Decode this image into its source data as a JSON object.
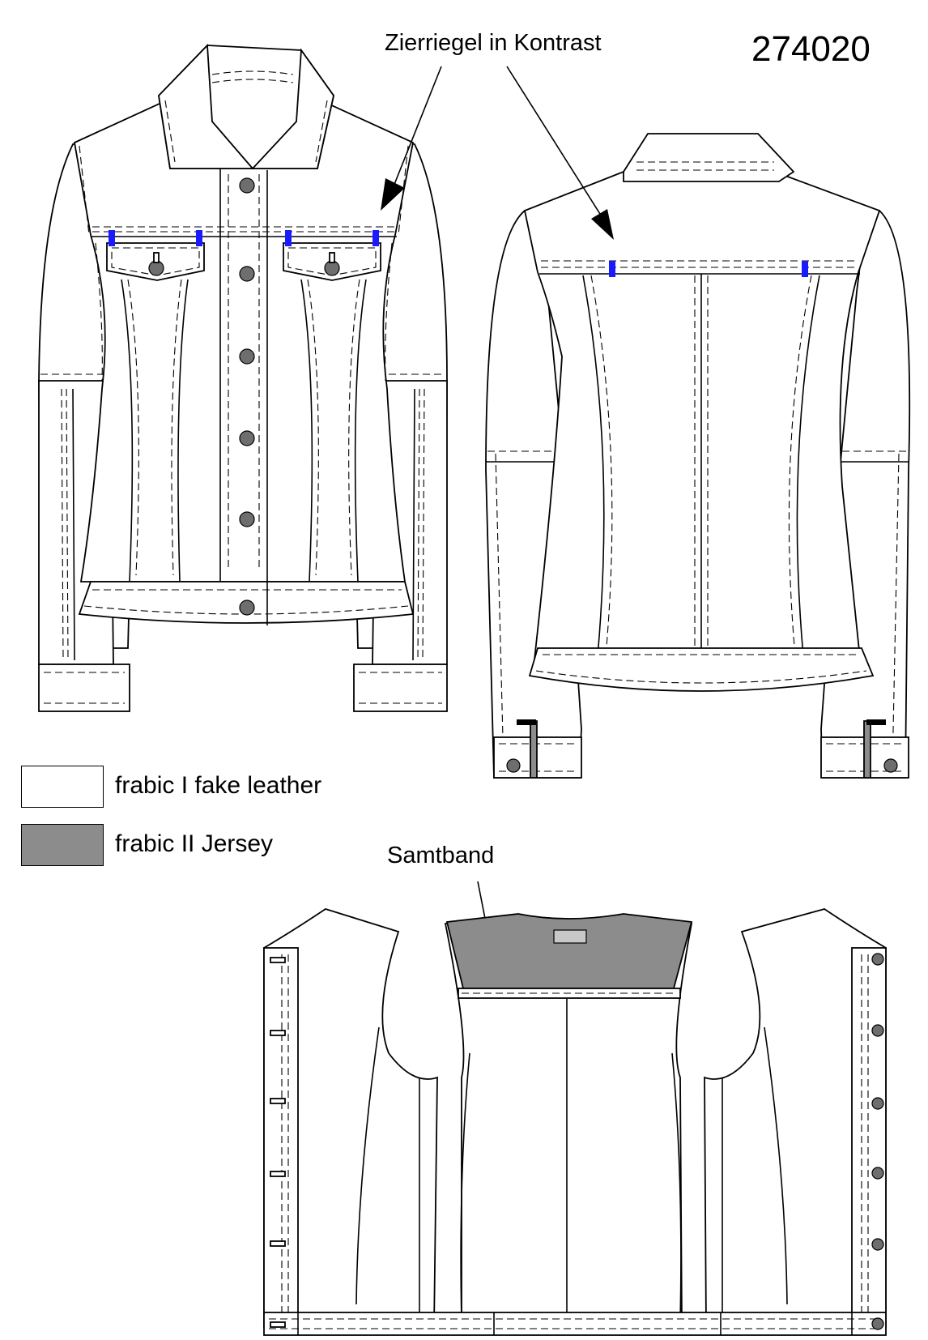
{
  "style_number": "274020",
  "callouts": {
    "contrast_bartack": "Zierriegel in Kontrast",
    "velvet_tape": "Samtband"
  },
  "legend": [
    {
      "label": "frabic I fake leather",
      "color": "#ffffff"
    },
    {
      "label": "frabic II Jersey",
      "color": "#8c8c8c"
    }
  ],
  "colors": {
    "outline": "#000000",
    "bartack_contrast": "#1a1aff",
    "jersey": "#8c8c8c",
    "jersey_tab": "#999999",
    "button": "#6e6e6e"
  },
  "views": [
    "front-view",
    "back-view",
    "inside-view"
  ]
}
